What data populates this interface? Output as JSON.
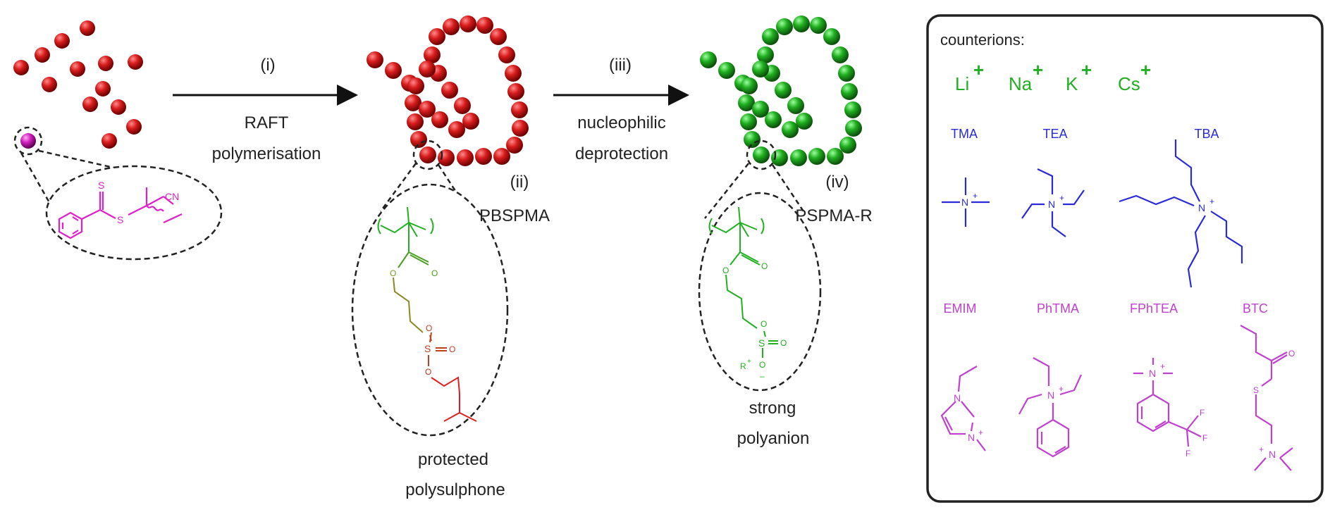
{
  "scheme": {
    "step1": {
      "label": "(i)",
      "line1": "RAFT",
      "line2": "polymerisation"
    },
    "step2": {
      "label": "(iii)",
      "line1": "nucleophilic",
      "line2": "deprotection"
    },
    "polymer1": {
      "roman": "(ii)",
      "name": "PBSPMA",
      "desc1": "protected",
      "desc2": "polysulphone"
    },
    "polymer2": {
      "roman": "(iv)",
      "name": "PSPMA-R",
      "desc1": "strong",
      "desc2": "polyanion"
    }
  },
  "cta_atoms": {
    "s1": "S",
    "s2": "S",
    "cn": "CN"
  },
  "chem_atoms": {
    "o": "O",
    "s": "S",
    "o_minus": "O",
    "minus": "–",
    "r": "R",
    "plus": "+",
    "n": "N",
    "f": "F"
  },
  "counterions": {
    "title": "counterions:",
    "metals": [
      {
        "symbol": "Li",
        "charge": "+"
      },
      {
        "symbol": "Na",
        "charge": "+"
      },
      {
        "symbol": "K",
        "charge": "+"
      },
      {
        "symbol": "Cs",
        "charge": "+"
      }
    ],
    "ammonium": [
      "TMA",
      "TEA",
      "TBA"
    ],
    "others": [
      "EMIM",
      "PhTMA",
      "FPhTEA",
      "BTC"
    ]
  },
  "colors": {
    "red_bead": "#d01818",
    "green_bead": "#19a019",
    "cta_magenta": "#e020c8",
    "blue": "#2a2ad8",
    "purple": "#c040d0",
    "metal_green": "#22b022",
    "text": "#222222"
  }
}
